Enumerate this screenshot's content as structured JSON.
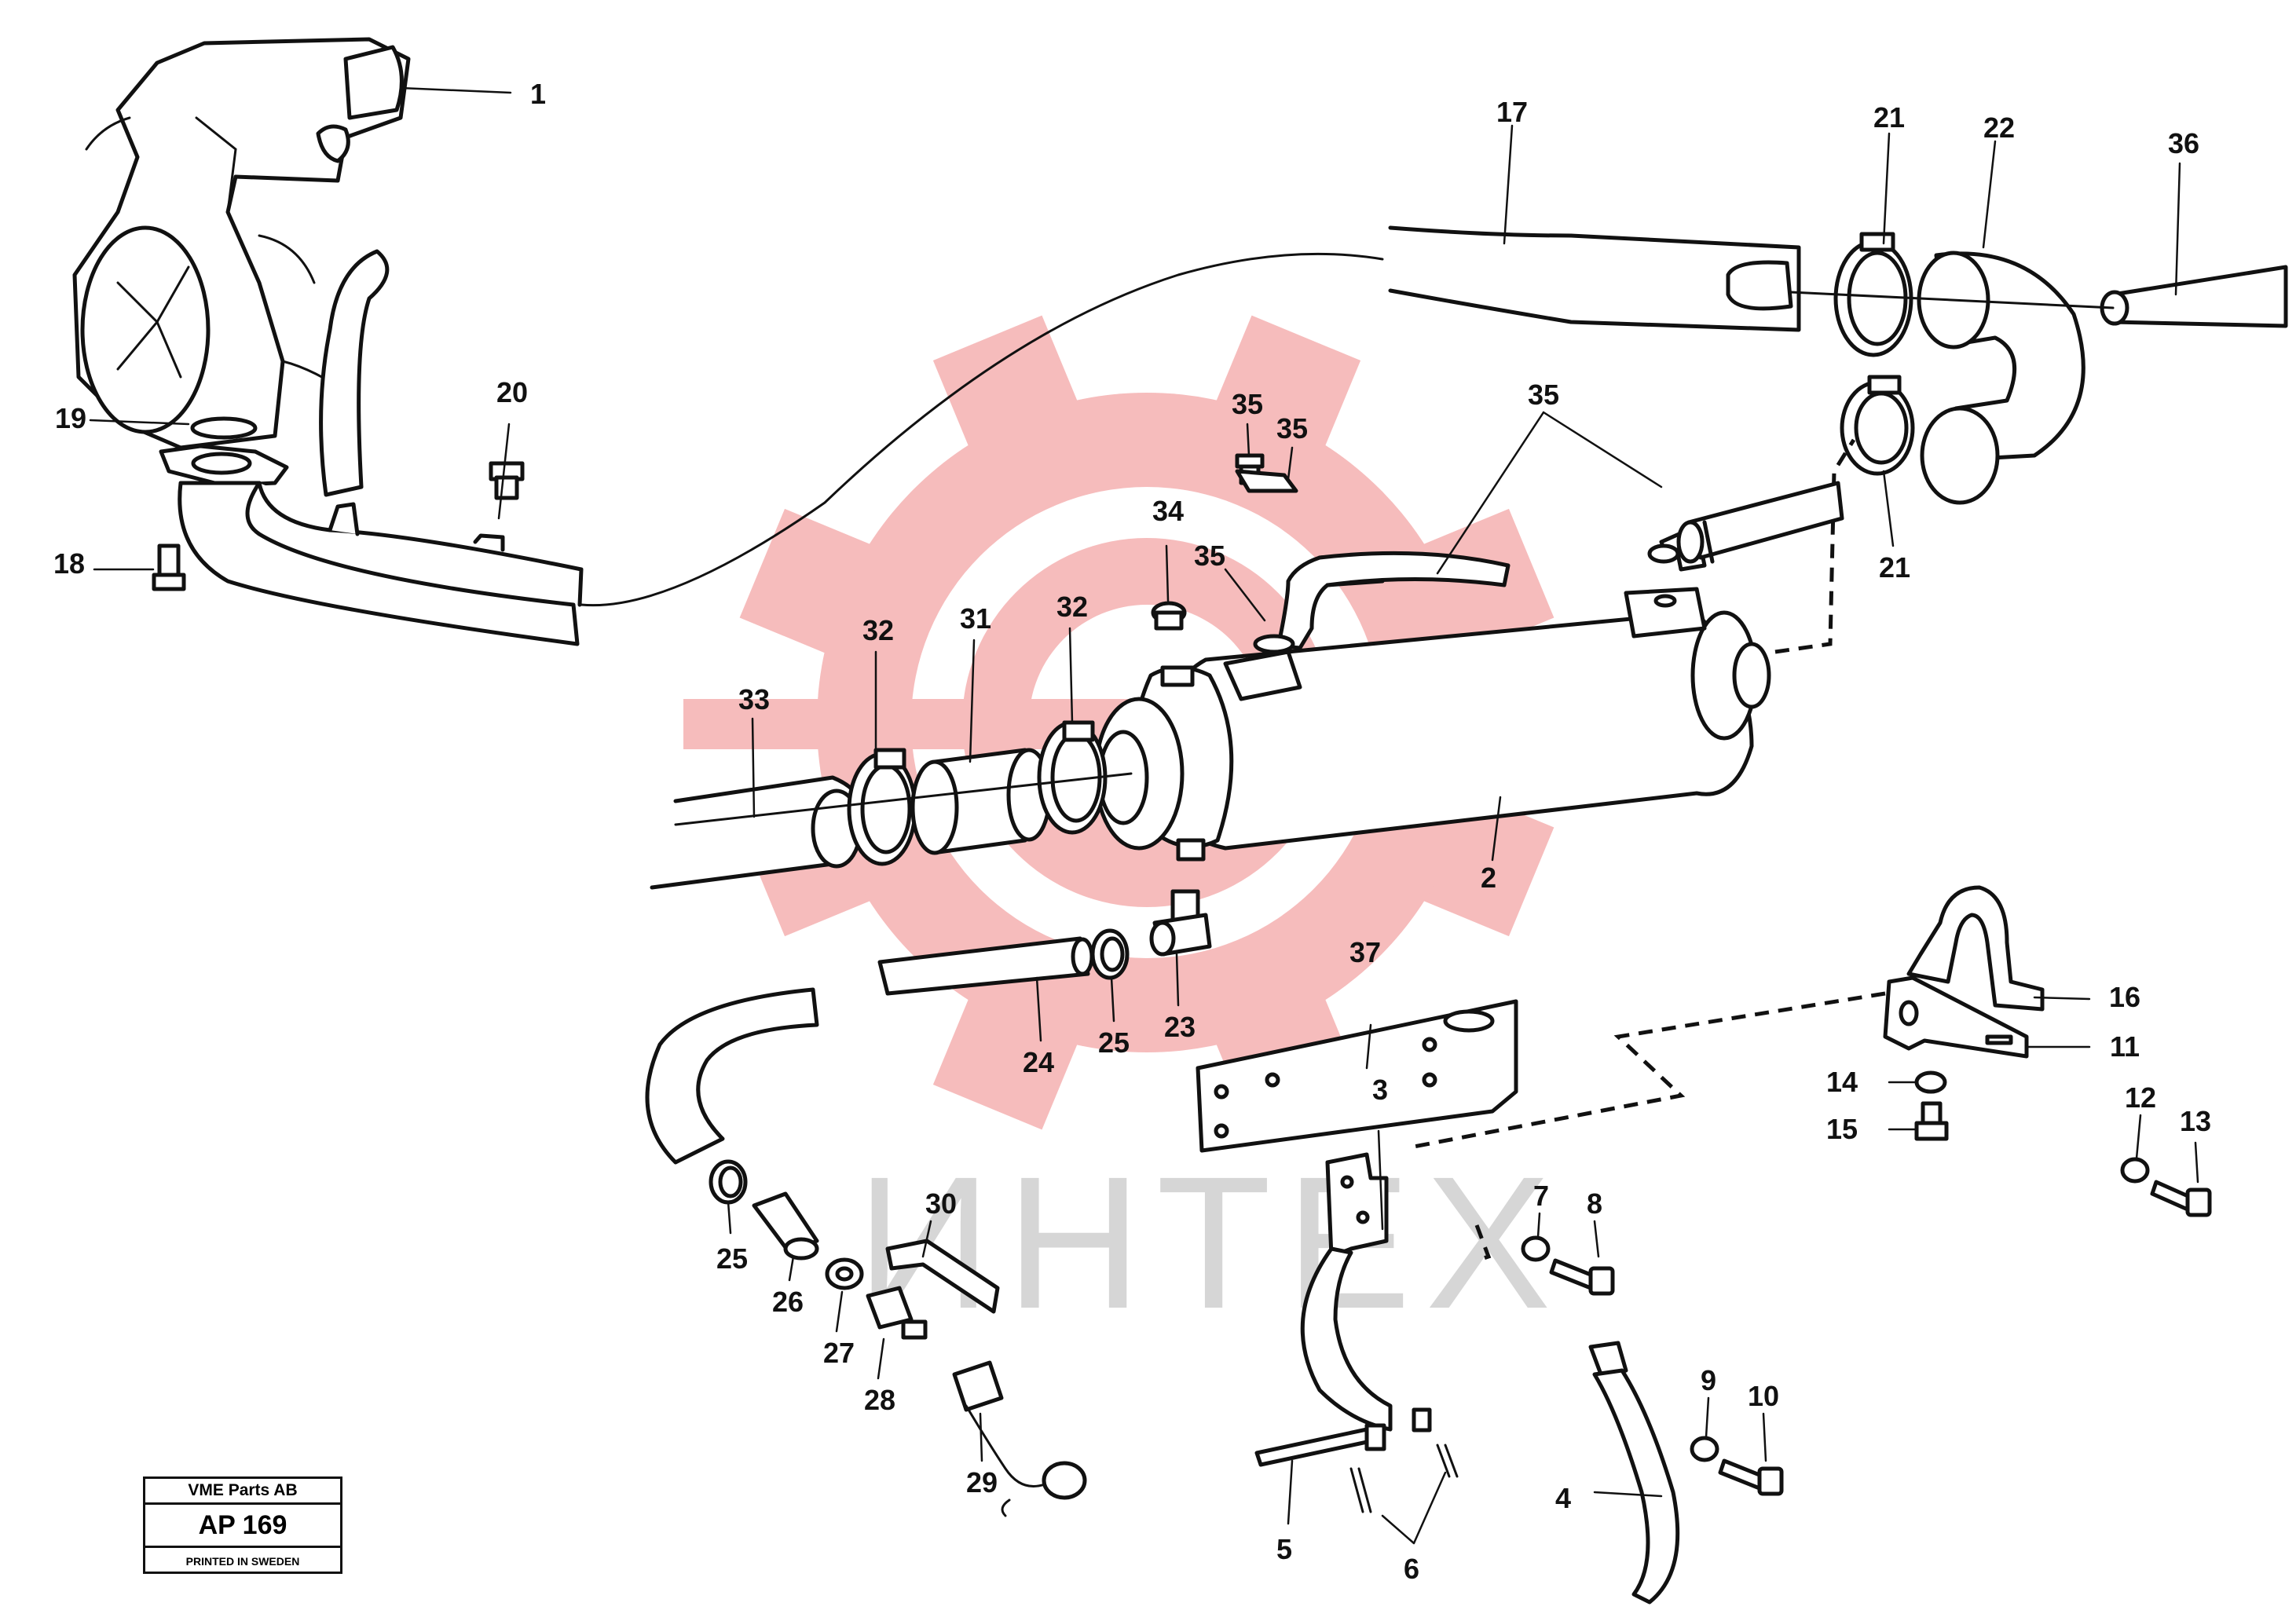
{
  "watermark": {
    "text": "ИНТЕХ",
    "gear_color": "#f5b5b5"
  },
  "titleblock": {
    "company": "VME Parts AB",
    "code": "AP 169",
    "footer": "PRINTED IN SWEDEN"
  },
  "callouts": {
    "c1": "1",
    "c2": "2",
    "c3": "3",
    "c4": "4",
    "c5": "5",
    "c6": "6",
    "c7": "7",
    "c8": "8",
    "c9": "9",
    "c10": "10",
    "c11": "11",
    "c12": "12",
    "c13": "13",
    "c14": "14",
    "c15": "15",
    "c16": "16",
    "c17": "17",
    "c18": "18",
    "c19": "19",
    "c20": "20",
    "c21a": "21",
    "c21b": "21",
    "c22": "22",
    "c23": "23",
    "c24": "24",
    "c25a": "25",
    "c25b": "25",
    "c26": "26",
    "c27": "27",
    "c28": "28",
    "c29": "29",
    "c30": "30",
    "c31": "31",
    "c32a": "32",
    "c32b": "32",
    "c33": "33",
    "c34": "34",
    "c35a": "35",
    "c35b": "35",
    "c35c": "35",
    "c35d": "35",
    "c36": "36",
    "c37": "37"
  }
}
